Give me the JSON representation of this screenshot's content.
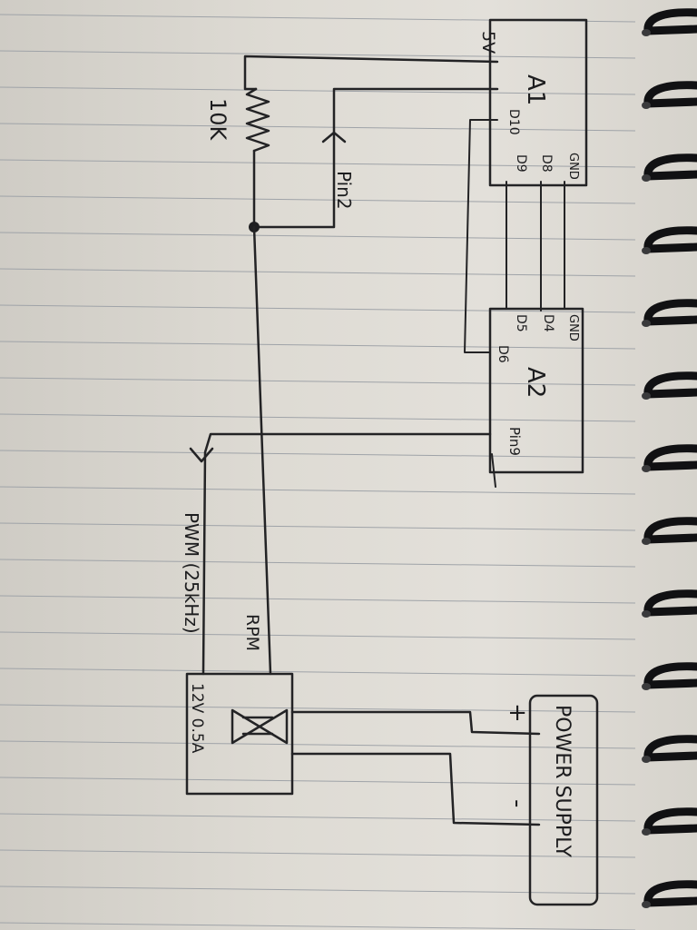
{
  "diagram": {
    "a1": {
      "name": "A1",
      "pins": [
        "GND",
        "D8",
        "D9"
      ],
      "d10": "D10",
      "v5": "5V"
    },
    "a2": {
      "name": "A2",
      "pins": [
        "GND",
        "D4",
        "D5",
        "D6"
      ],
      "pin9": "Pin9"
    },
    "resistor": {
      "value": "10K"
    },
    "pin2": "Pin2",
    "pwm": "PWM (25kHz)",
    "fan": {
      "rpm": "RPM",
      "rating": "12V 0.5A"
    },
    "power_supply": {
      "name": "POWER SUPPLY",
      "plus": "+",
      "minus": "-"
    }
  }
}
